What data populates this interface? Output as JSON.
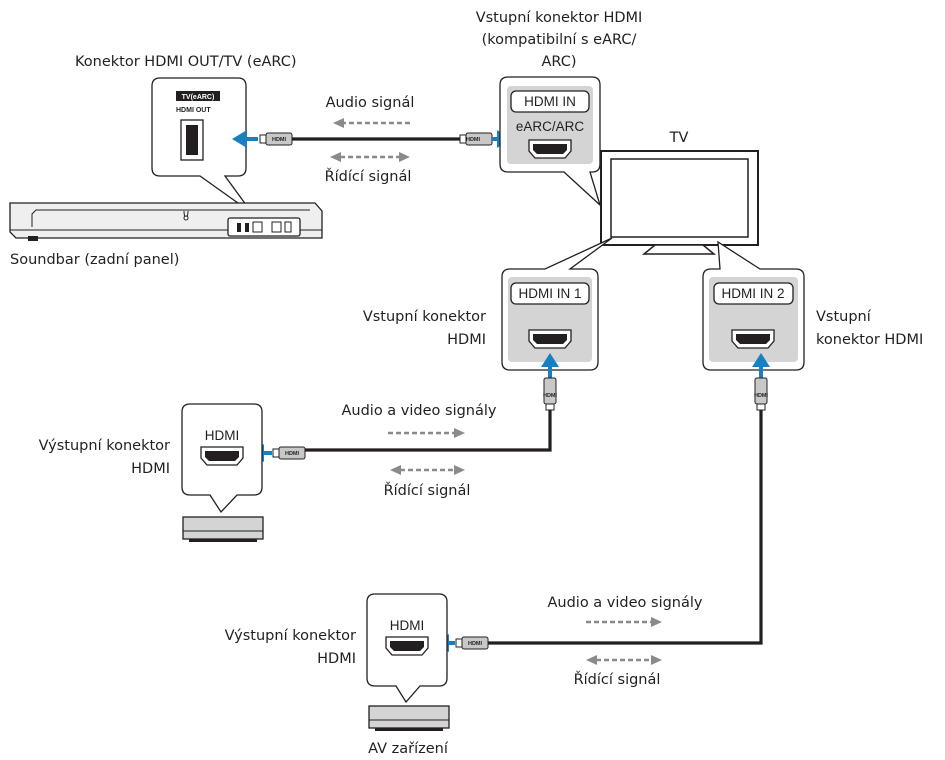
{
  "labels": {
    "soundbar_connector": "Konektor HDMI OUT/TV (eARC)",
    "tv_input_line1": "Vstupní konektor HDMI",
    "tv_input_line2": "(kompatibilní s eARC/",
    "tv_input_line3": "ARC)",
    "tv": "TV",
    "soundbar": "Soundbar (zadní panel)",
    "input1_line1": "Vstupní konektor",
    "input1_line2": "HDMI",
    "input2_line1": "Vstupní",
    "input2_line2": "konektor HDMI",
    "output1_line1": "Výstupní konektor",
    "output1_line2": "HDMI",
    "output2_line1": "Výstupní konektor",
    "output2_line2": "HDMI",
    "av_device": "AV zařízení"
  },
  "signals": {
    "audio": "Audio signál",
    "control_top": "Řídící signál",
    "av1": "Audio a video signály",
    "control_mid": "Řídící signál",
    "av2": "Audio a video signály",
    "control_bottom": "Řídící signál"
  },
  "ports": {
    "hdmi_in": "HDMI IN",
    "earc_arc": "eARC/ARC",
    "hdmi_in_1": "HDMI IN 1",
    "hdmi_in_2": "HDMI IN 2",
    "hdmi_out1": "HDMI",
    "hdmi_out2": "HDMI",
    "sb_tv_earc": "TV(eARC)",
    "sb_hdmi_out": "HDMI OUT",
    "plug": "HDMI"
  },
  "colors": {
    "arrow_blue": "#1a7fc1",
    "cable": "#231f20",
    "port_panel_gray": "#d4d4d4",
    "signal_arrow_gray": "#8a8a8a"
  }
}
